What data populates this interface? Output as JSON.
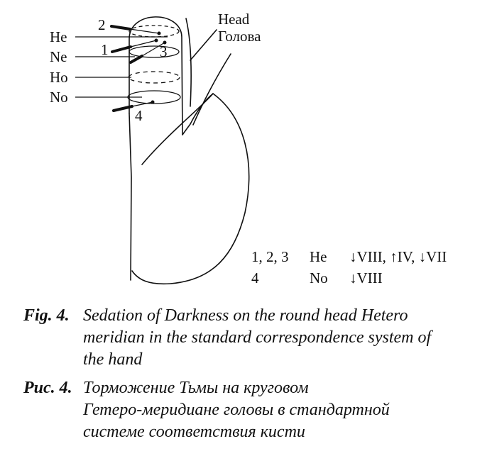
{
  "figure": {
    "labels": {
      "head_en": "Head",
      "head_ru": "Голова",
      "he": "He",
      "ne": "Ne",
      "ho": "Ho",
      "no": "No",
      "point_1": "1",
      "point_2": "2",
      "point_3": "3",
      "point_4": "4"
    },
    "legend": [
      {
        "points": "1, 2, 3",
        "meridian": "He",
        "effect": "↓VIII, ↑IV, ↓VII"
      },
      {
        "points": "4",
        "meridian": "No",
        "effect": "↓VIII"
      }
    ]
  },
  "captions": {
    "en": {
      "number": "Fig. 4.",
      "lines": [
        "Sedation of Darkness on the round head Hetero",
        "meridian in the standard correspondence system of",
        "the hand"
      ]
    },
    "ru": {
      "number": "Рис. 4.",
      "lines": [
        "Торможение Тьмы на круговом",
        "Гетеро-меридиане головы в стандартной",
        "системе соответствия кисти"
      ]
    }
  }
}
